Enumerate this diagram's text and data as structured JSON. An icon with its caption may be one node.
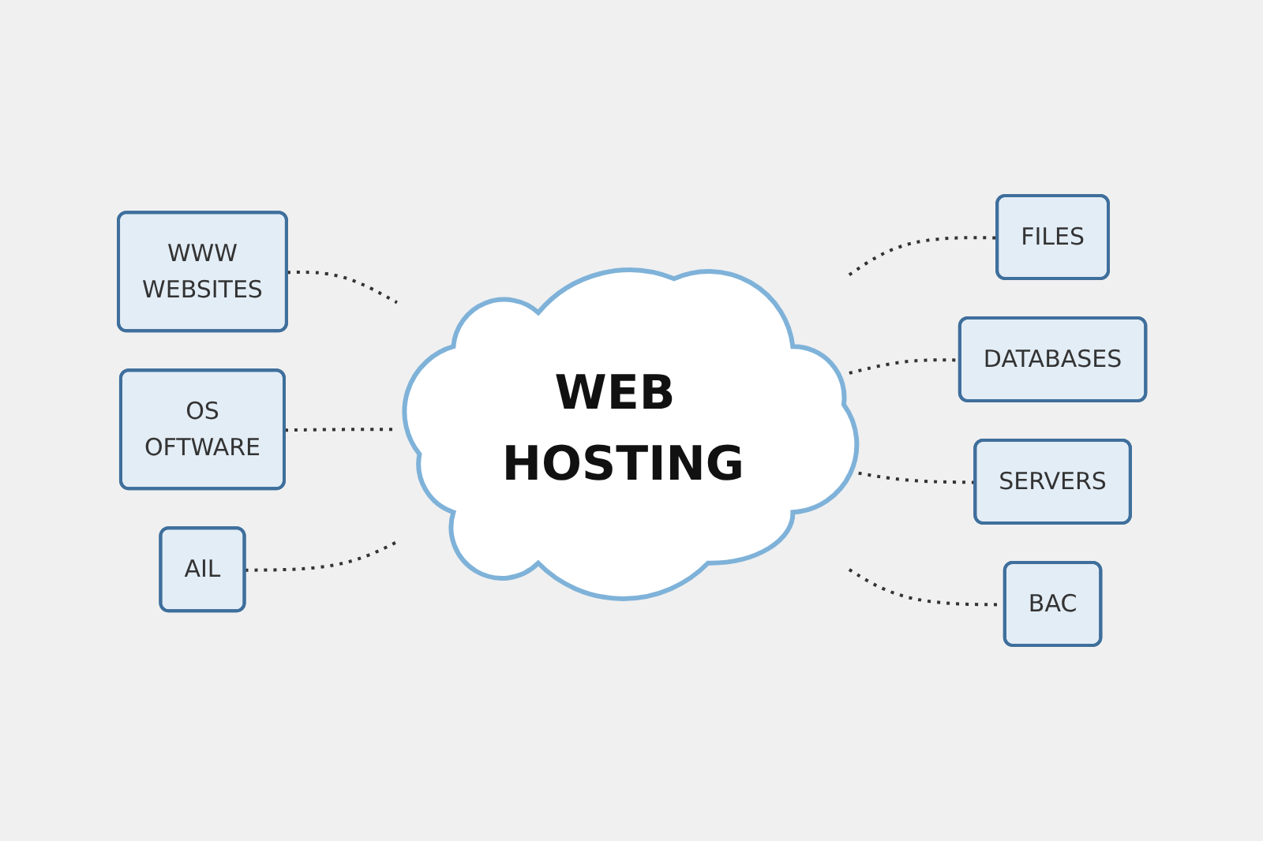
{
  "diagram": {
    "nodes": [
      {
        "text": [
          "FILES"
        ]
      },
      {
        "text": [
          "DATABASES"
        ]
      },
      {
        "text": [
          "WWW",
          "WEBSITES"
        ]
      },
      {
        "text": [
          "OS",
          "OFTWARE"
        ]
      },
      {
        "text": [
          "SERVERS"
        ]
      },
      {
        "text": [
          "WEB HOSTING"
        ]
      },
      {
        "text": [
          "AIL"
        ]
      },
      {
        "text": [
          "BAC"
        ]
      }
    ],
    "edges": [
      {
        "from": 2,
        "to": 5,
        "arrow": "none",
        "style": "dashed"
      },
      {
        "from": 3,
        "to": 5,
        "arrow": "none",
        "style": "dashed"
      },
      {
        "from": 6,
        "to": 5,
        "arrow": "none",
        "style": "dashed"
      },
      {
        "from": 5,
        "to": 0,
        "arrow": "none",
        "style": "dashed"
      },
      {
        "from": 5,
        "to": 1,
        "arrow": "none",
        "style": "dashed"
      },
      {
        "from": 5,
        "to": 4,
        "arrow": "none",
        "style": "dashed"
      },
      {
        "from": 5,
        "to": 7,
        "arrow": "none",
        "style": "dashed"
      }
    ]
  }
}
